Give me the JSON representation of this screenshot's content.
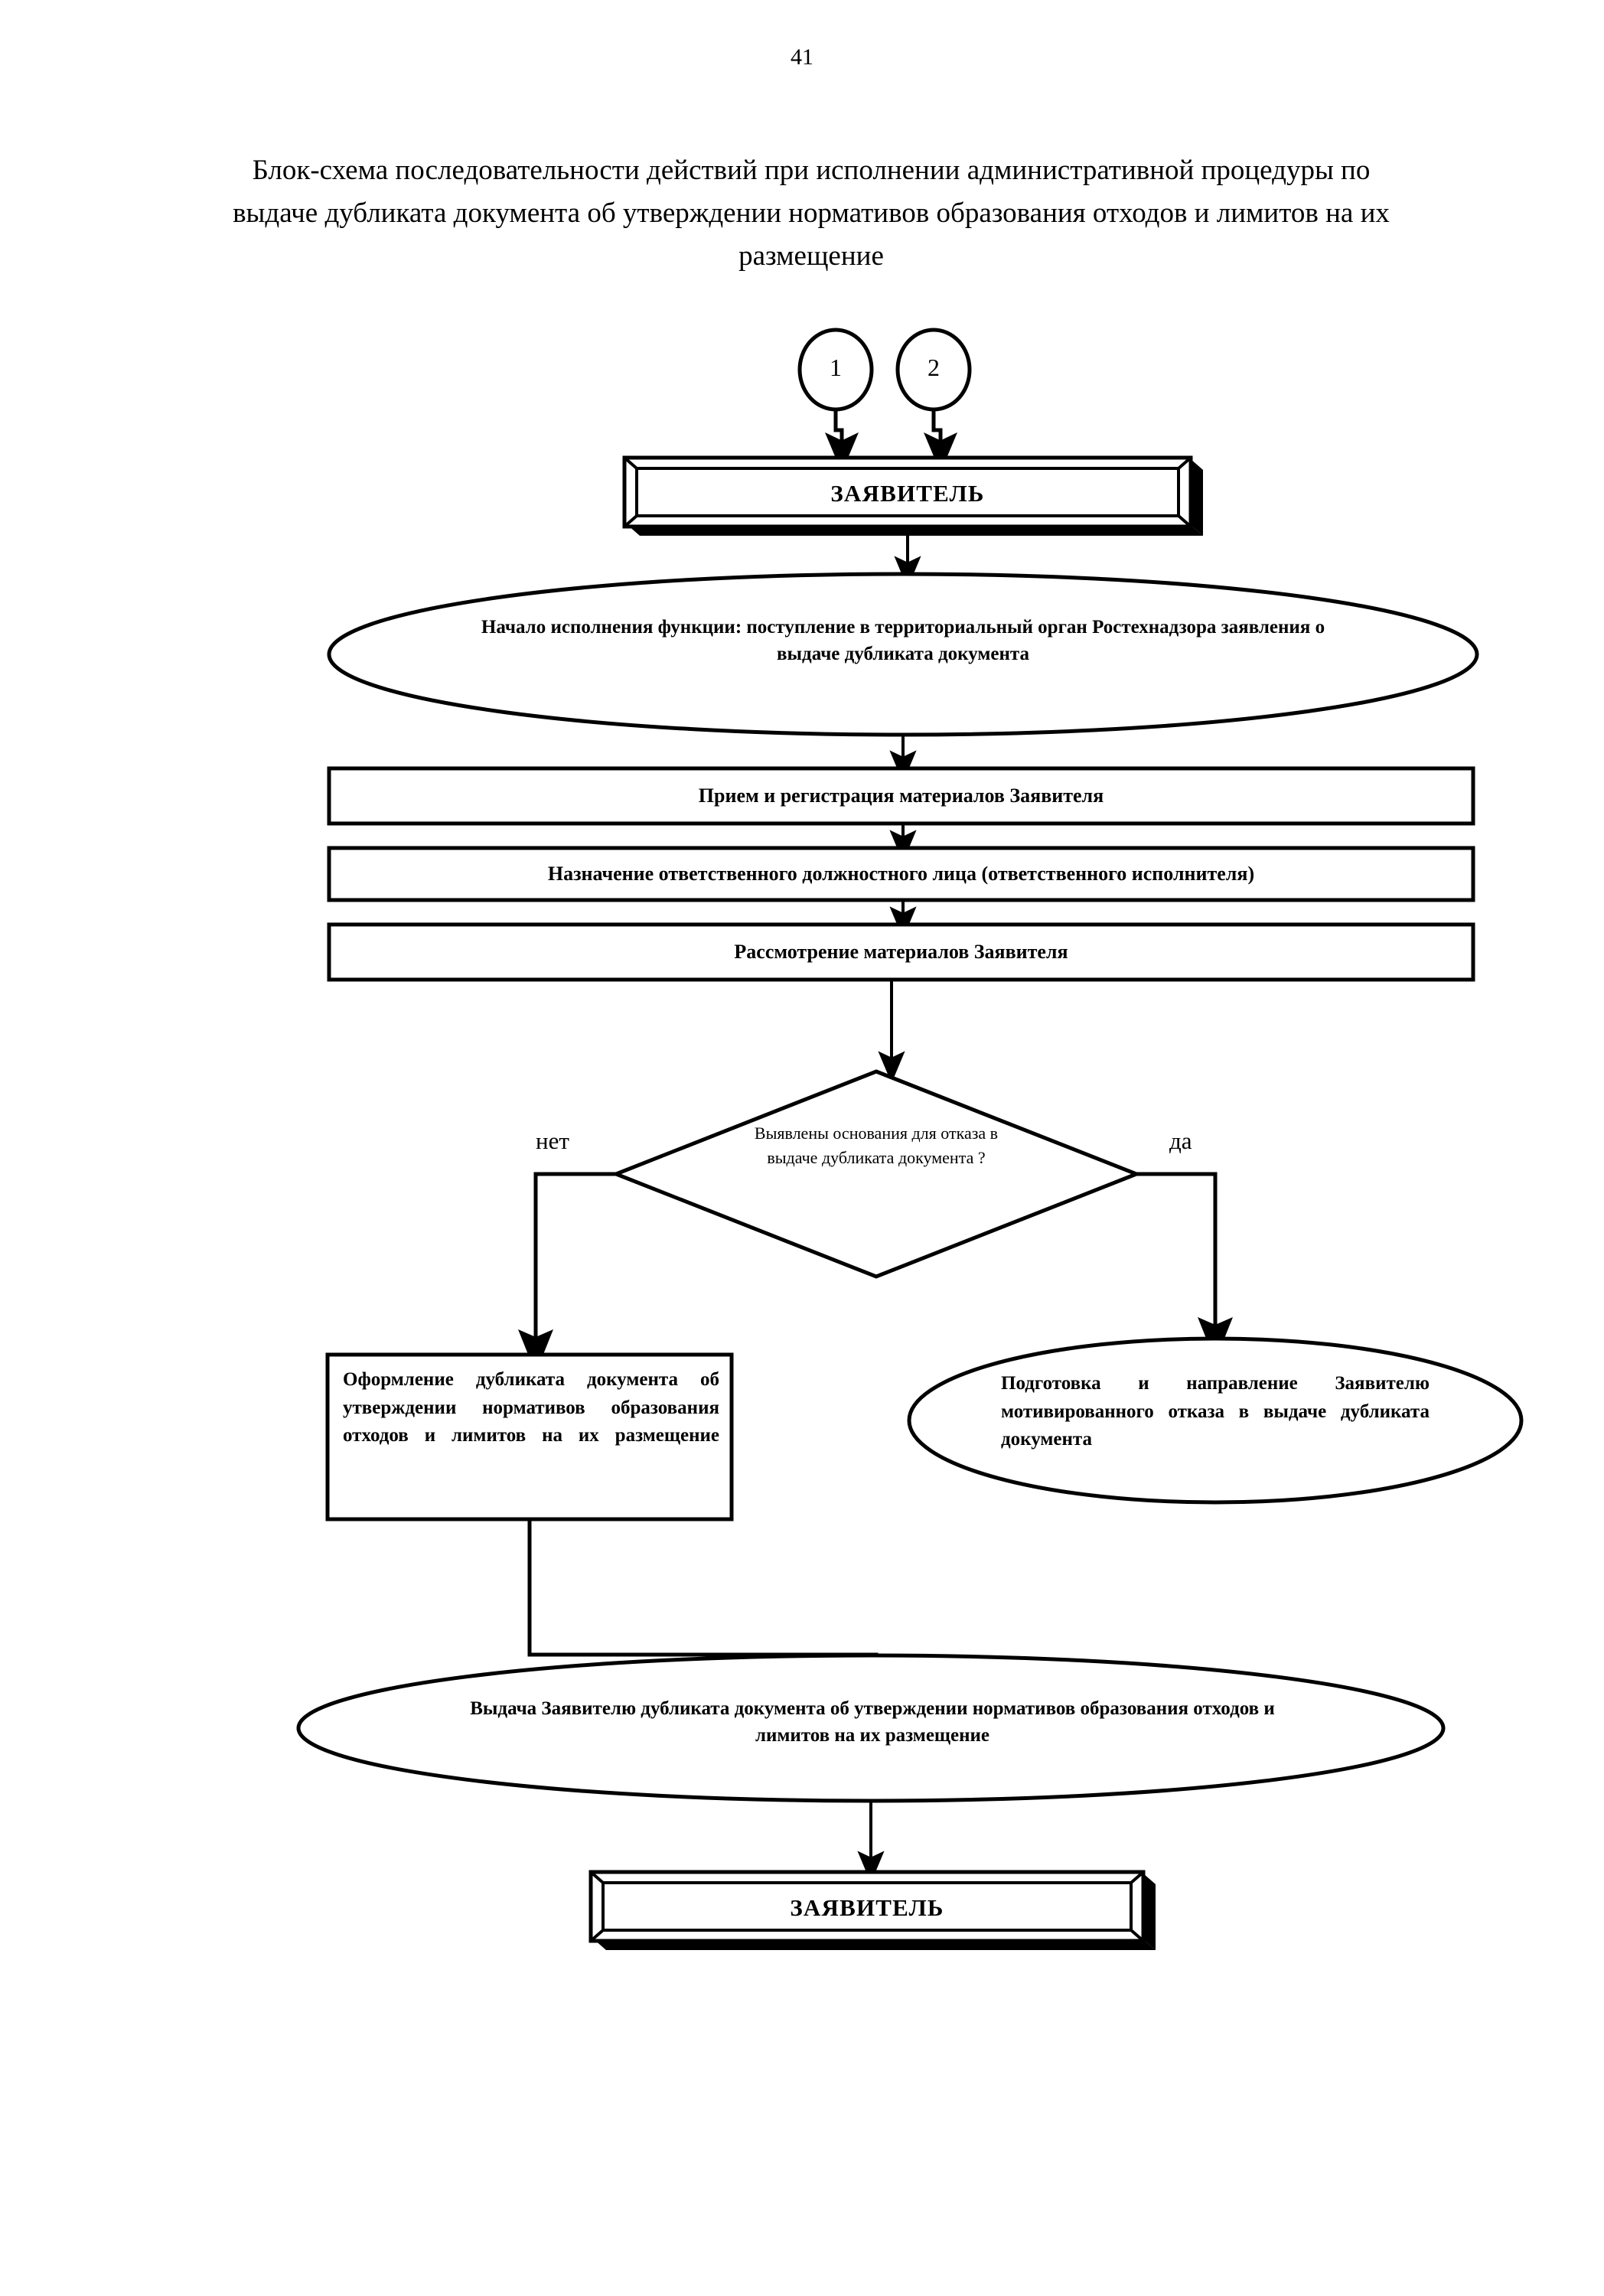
{
  "page": {
    "number": "41",
    "title": "Блок-схема последовательности действий при исполнении административной процедуры по выдаче дубликата документа об утверждении нормативов образования отходов и лимитов на их размещение"
  },
  "flowchart": {
    "type": "flowchart",
    "connectors_1": "1",
    "connectors_2": "2",
    "nodes": {
      "applicant_top": "ЗАЯВИТЕЛЬ",
      "start_ellipse": "Начало исполнения функции: поступление в территориальный орган Ростехнадзора заявления о выдаче дубликата документа",
      "process_1": "Прием и регистрация материалов Заявителя",
      "process_2": "Назначение ответственного должностного лица (ответственного исполнителя)",
      "process_3": "Рассмотрение материалов Заявителя",
      "decision": "Выявлены основания для отказа в выдаче дубликата документа ?",
      "branch_no": "нет",
      "branch_yes": "да",
      "issue_box": "Оформление дубликата документа об утверждении нормативов образования отходов и лимитов на их размещение",
      "refusal_ellipse": "Подготовка и направление Заявителю мотивированного отказа в выдаче дубликата документа",
      "result_ellipse": "Выдача Заявителю дубликата документа об утверждении нормативов образования отходов и лимитов на их размещение",
      "applicant_bottom": "ЗАЯВИТЕЛЬ"
    },
    "colors": {
      "stroke": "#000000",
      "fill": "#ffffff",
      "text": "#000000"
    }
  }
}
